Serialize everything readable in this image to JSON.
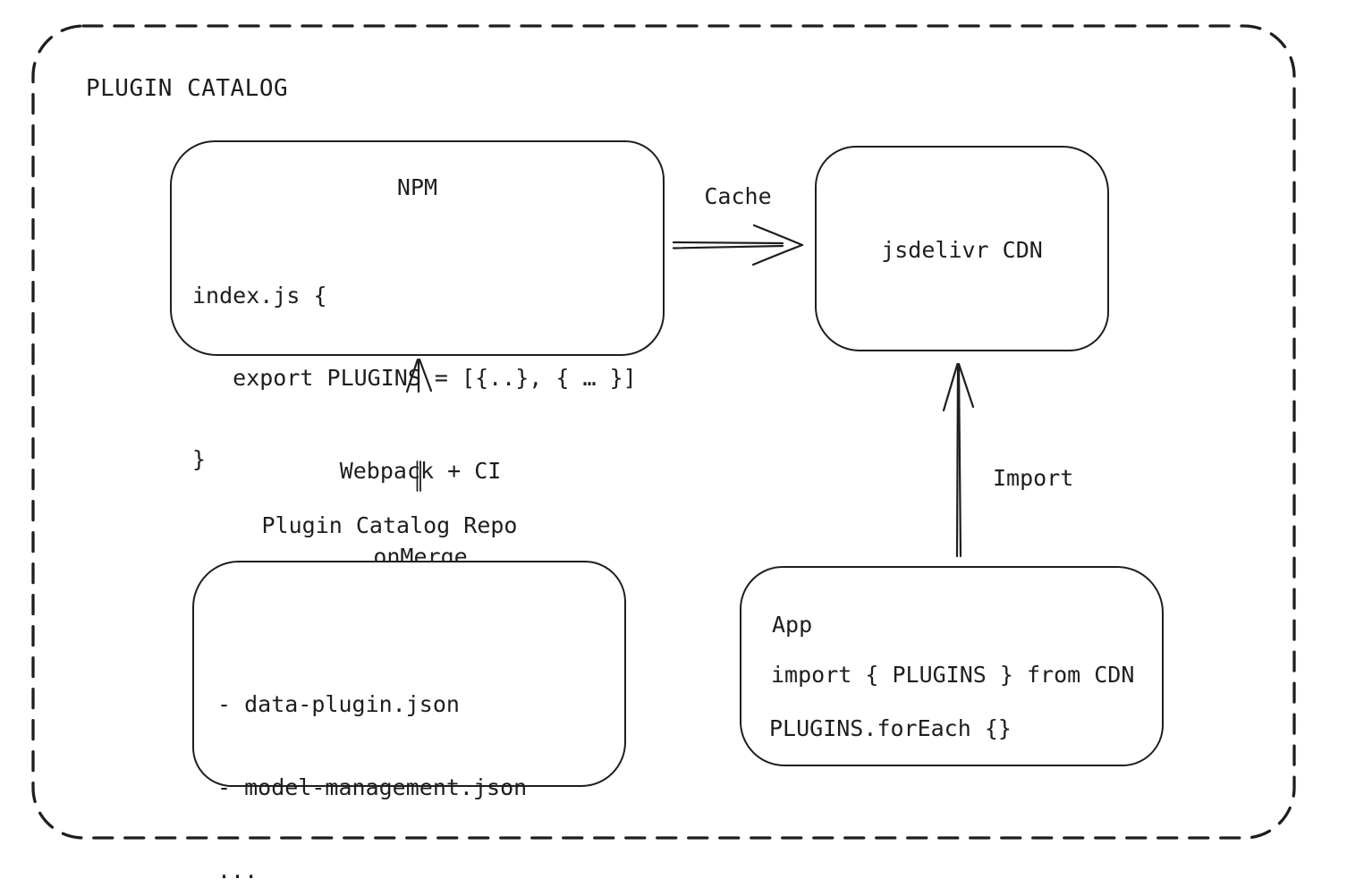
{
  "colors": {
    "stroke": "#1e1e1e",
    "background": "#ffffff"
  },
  "frame": {
    "title": "PLUGIN CATALOG"
  },
  "nodes": {
    "npm": {
      "title": "NPM",
      "code_lines": [
        "index.js {",
        "   export PLUGINS = [{..}, { … }]",
        "}"
      ]
    },
    "cdn": {
      "label": "jsdelivr CDN"
    },
    "repo": {
      "title": "Plugin Catalog Repo",
      "file_lines": [
        "- data-plugin.json",
        "- model-management.json",
        "..."
      ]
    },
    "app": {
      "title": "App",
      "code_lines": [
        "import { PLUGINS } from CDN",
        "PLUGINS.forEach {}"
      ]
    }
  },
  "edges": {
    "cache": {
      "label": "Cache"
    },
    "build": {
      "label_lines": [
        "Webpack + CI",
        "onMerge"
      ]
    },
    "import": {
      "label": "Import"
    }
  }
}
